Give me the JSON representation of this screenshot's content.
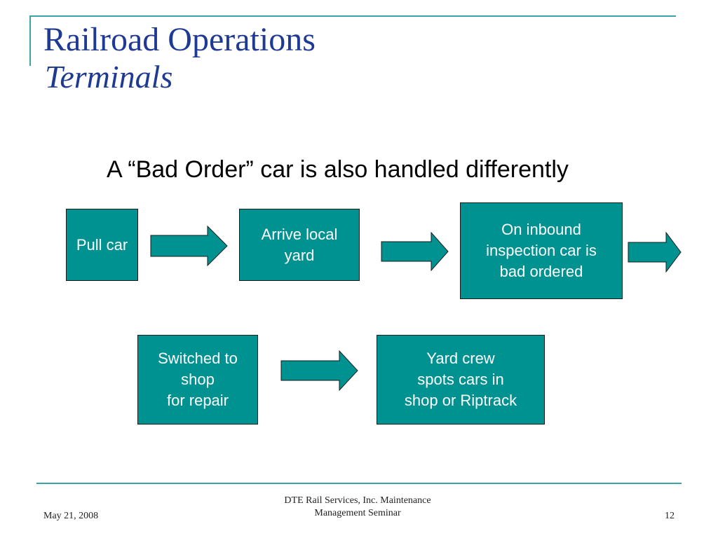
{
  "slide": {
    "title": "Railroad Operations",
    "subtitle": "Terminals",
    "heading": "A “Bad Order” car is also handled differently"
  },
  "flow": {
    "steps": [
      "Pull car",
      "Arrive local\nyard",
      "On inbound\ninspection car is\nbad ordered",
      "Switched to\nshop\n for repair",
      "Yard crew\nspots cars in\nshop or Riptrack"
    ]
  },
  "footer": {
    "date": "May 21, 2008",
    "org": "DTE Rail Services, Inc. Maintenance\nManagement Seminar",
    "page": "12"
  },
  "colors": {
    "accent": "#3aa5a5",
    "box_fill": "#009191",
    "title": "#1f3a93"
  }
}
